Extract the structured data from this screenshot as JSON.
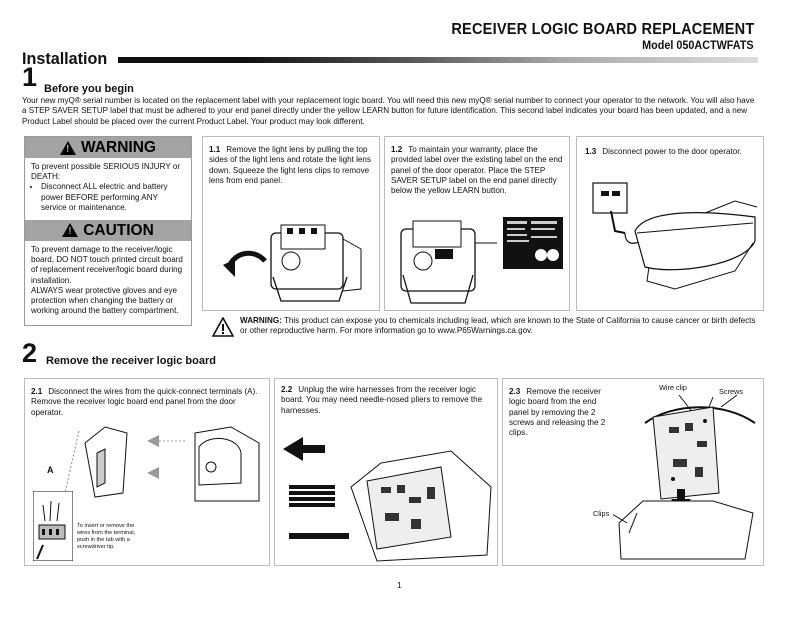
{
  "header": {
    "title": "RECEIVER LOGIC BOARD REPLACEMENT",
    "model": "Model 050ACTWFATS",
    "section": "Installation"
  },
  "step1": {
    "number": "1",
    "title": "Before you begin",
    "intro": "Your new myQ® serial number is located on the replacement label with your replacement logic board. You will need this new myQ® serial number to connect your operator to the network. You will also have a STEP SAVER SETUP label that must be adhered to your end panel directly under the yellow LEARN button for future identification. This second label indicates your board has been updated, and a new Product Label should be placed over the current Product Label. Your product may look different."
  },
  "warning": {
    "label": "WARNING",
    "text": "To prevent possible SERIOUS INJURY or DEATH:",
    "bullet": "Disconnect ALL electric and battery power BEFORE performing ANY service or maintenance."
  },
  "caution": {
    "label": "CAUTION",
    "text1": "To prevent damage to the receiver/logic board, DO NOT touch printed circuit board of replacement receiver/logic board during installation.",
    "text2": "ALWAYS wear protective gloves and eye protection when changing the battery or working around the battery compartment."
  },
  "steps": {
    "s1_1": {
      "num": "1.1",
      "text": "Remove the light lens by pulling the top sides of the light lens and rotate the light lens down. Squeeze the light lens clips to remove lens from end panel."
    },
    "s1_2": {
      "num": "1.2",
      "text": "To maintain your warranty, place the provided label over the existing label on the end panel of the door operator. Place the STEP SAVER SETUP label on the end panel directly below the yellow LEARN button."
    },
    "s1_3": {
      "num": "1.3",
      "text": "Disconnect power to the door operator."
    },
    "s2_1": {
      "num": "2.1",
      "text": "Disconnect the wires from the quick-connect terminals (A). Remove the receiver logic board end panel from the door operator.",
      "callout": "A",
      "inset": "To insert or remove the wires from the terminal, push in the tab with a screwdriver tip."
    },
    "s2_2": {
      "num": "2.2",
      "text": "Unplug the wire harnesses from the receiver logic board. You may need needle-nosed pliers to remove the harnesses."
    },
    "s2_3": {
      "num": "2.3",
      "text": "Remove the receiver logic board from the end panel by removing the 2 screws and releasing the 2 clips.",
      "label_wire_clip": "Wire clip",
      "label_screws": "Screws",
      "label_clips": "Clips"
    }
  },
  "prop65": {
    "label": "WARNING:",
    "text": "This product can expose you to chemicals including lead, which are known to the State of California to cause cancer or birth defects or other reproductive harm. For more information go to www.P65Warnings.ca.gov."
  },
  "step2": {
    "number": "2",
    "title": "Remove the receiver logic board"
  },
  "footer": {
    "page": "1"
  },
  "icons": [
    "warning-triangle-icon",
    "arrow-icon",
    "outlet-plug-icon",
    "screwdriver-icon"
  ],
  "colors": {
    "hazard_bar": "#a3a3a3",
    "border": "#bbbbbb",
    "text": "#111111"
  }
}
